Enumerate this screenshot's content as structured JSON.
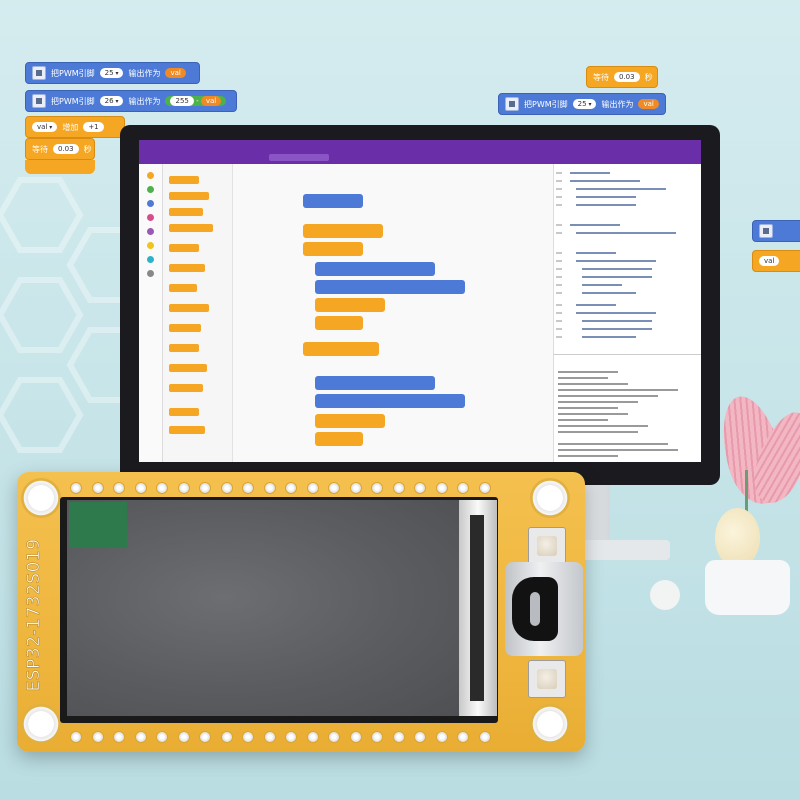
{
  "board": {
    "silkscreen": "ESP32-1732S019"
  },
  "floating_blocks": {
    "pwm_label": "把PWM引脚",
    "output_label": "输出作为",
    "pin_25": "25",
    "pin_26": "26",
    "value_255": "255",
    "var_name": "val",
    "increase_label": "增加",
    "step": "+1",
    "wait_label": "等待",
    "wait_value": "0.03",
    "seconds": "秒",
    "minus": "-"
  },
  "colors": {
    "block_blue": "#4c7ad6",
    "block_orange": "#f5a623",
    "ide_header": "#6a2fa8",
    "pcb": "#f0b840"
  },
  "icons": [
    "chip-icon"
  ]
}
